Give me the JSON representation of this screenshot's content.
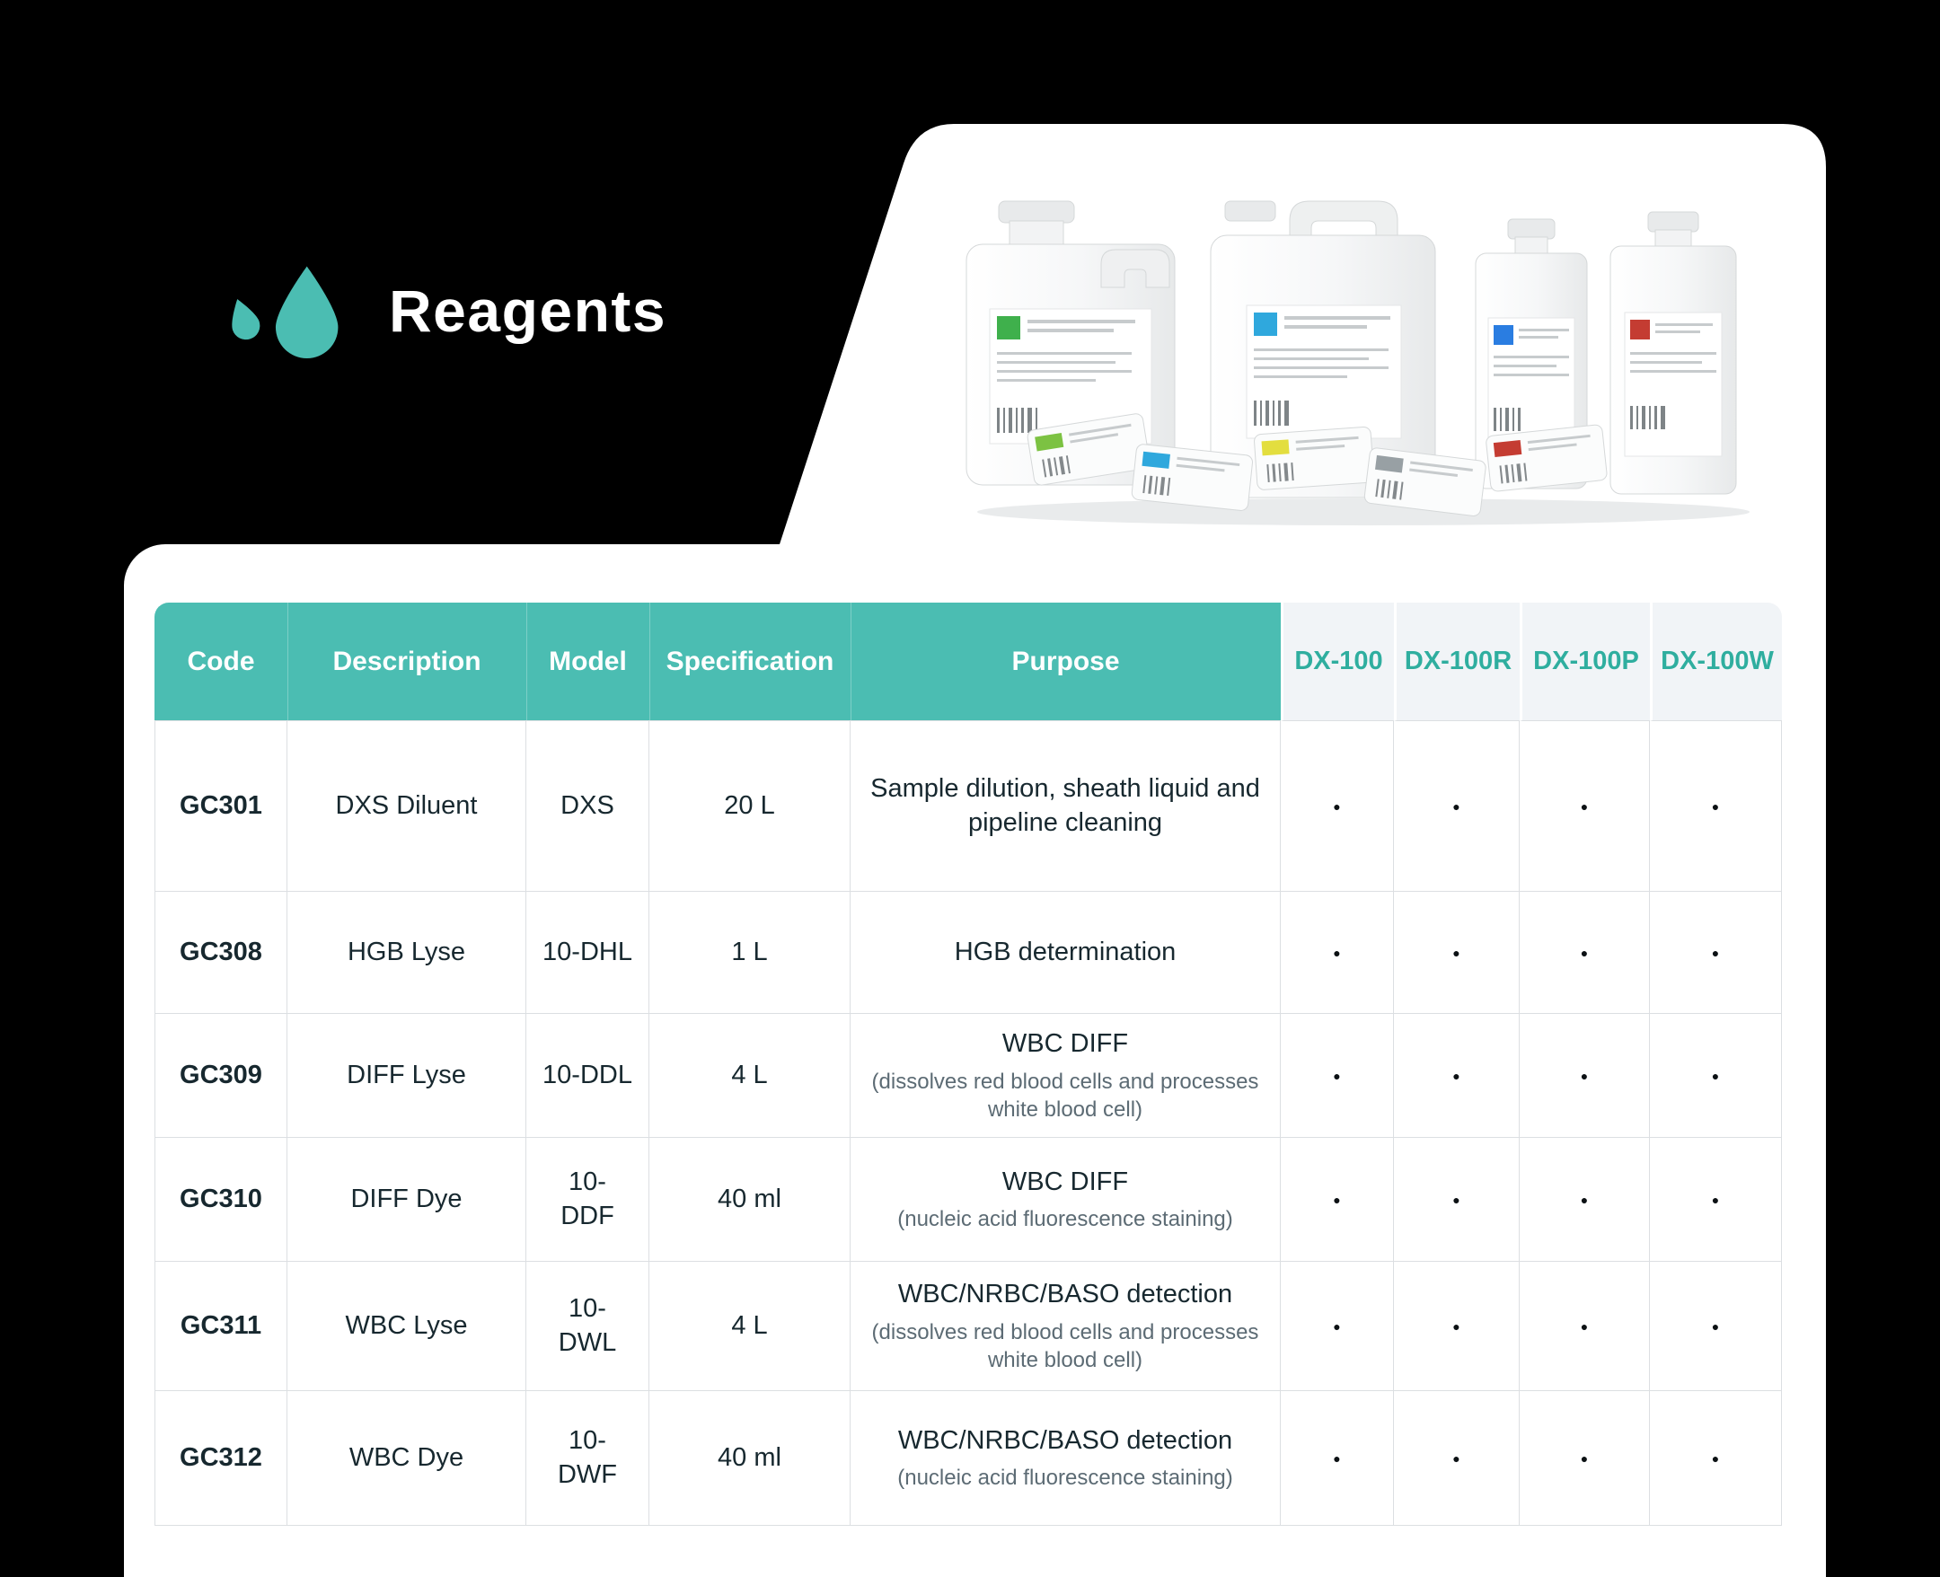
{
  "brand": {
    "title": "Reagents",
    "accent_color": "#4BBDB2"
  },
  "table": {
    "columns": [
      "Code",
      "Description",
      "Model",
      "Specification",
      "Purpose"
    ],
    "model_columns": [
      "DX-100",
      "DX-100R",
      "DX-100P",
      "DX-100W"
    ],
    "rows": [
      {
        "code": "GC301",
        "description": "DXS Diluent",
        "model": "DXS",
        "specification": "20 L",
        "purpose": "Sample dilution, sheath liquid and pipeline cleaning",
        "note": "",
        "available": [
          "●",
          "●",
          "●",
          "●"
        ]
      },
      {
        "code": "GC308",
        "description": "HGB Lyse",
        "model": "10-DHL",
        "specification": "1 L",
        "purpose": "HGB determination",
        "note": "",
        "available": [
          "●",
          "●",
          "●",
          "●"
        ]
      },
      {
        "code": "GC309",
        "description": "DIFF Lyse",
        "model": "10-DDL",
        "specification": "4 L",
        "purpose": "WBC DIFF",
        "note": "(dissolves red blood cells and processes white blood cell)",
        "available": [
          "●",
          "●",
          "●",
          "●"
        ]
      },
      {
        "code": "GC310",
        "description": "DIFF Dye",
        "model": "10-DDF",
        "specification": "40 ml",
        "purpose": "WBC DIFF",
        "note": "(nucleic acid fluorescence staining)",
        "available": [
          "●",
          "●",
          "●",
          "●"
        ]
      },
      {
        "code": "GC311",
        "description": "WBC Lyse",
        "model": "10-DWL",
        "specification": "4 L",
        "purpose": "WBC/NRBC/BASO detection",
        "note": "(dissolves red blood cells and processes white blood cell)",
        "available": [
          "●",
          "●",
          "●",
          "●"
        ]
      },
      {
        "code": "GC312",
        "description": "WBC Dye",
        "model": "10-DWF",
        "specification": "40 ml",
        "purpose": "WBC/NRBC/BASO detection",
        "note": "(nucleic acid fluorescence staining)",
        "available": [
          "●",
          "●",
          "●",
          "●"
        ]
      }
    ]
  }
}
